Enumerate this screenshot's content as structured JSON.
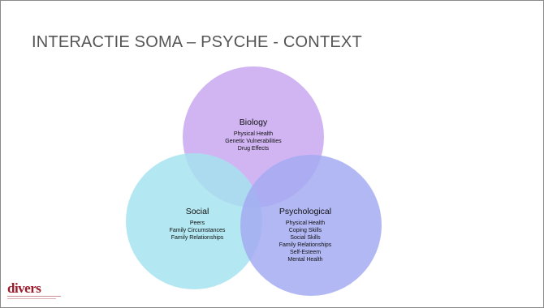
{
  "slide": {
    "title": "INTERACTIE SOMA – PSYCHE - CONTEXT"
  },
  "diagram": {
    "biology": {
      "title": "Biology",
      "items": [
        "Physical Health",
        "Genetic Vulnerabilities",
        "Drug Effects"
      ],
      "color": "#c9a8f0"
    },
    "social": {
      "title": "Social",
      "items": [
        "Peers",
        "Family Circumstances",
        "Family Relationships"
      ],
      "color": "#a6e3ee"
    },
    "psychological": {
      "title": "Psychological",
      "items": [
        "Physical Health",
        "Coping Skills",
        "Social Skills",
        "Family Relationships",
        "Self-Esteem",
        "Mental Health"
      ],
      "color": "#a5acf2"
    }
  },
  "logo": {
    "text": "divers"
  }
}
